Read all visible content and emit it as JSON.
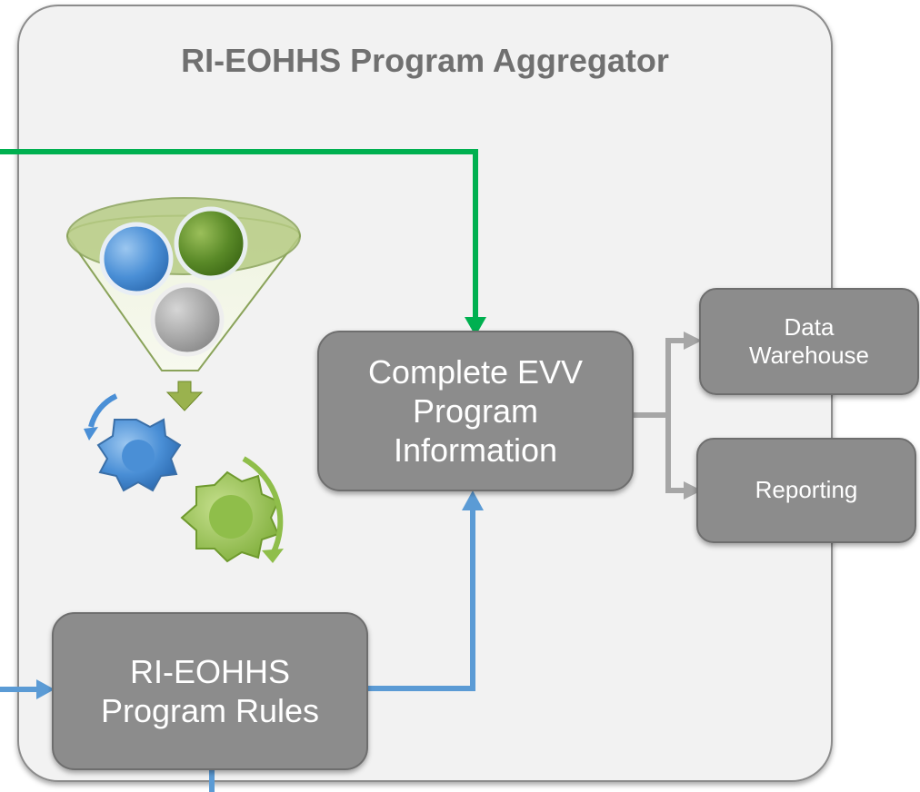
{
  "title": "RI-EOHHS Program Aggregator",
  "boxes": {
    "complete": {
      "line1": "Complete EVV",
      "line2": "Program",
      "line3": "Information"
    },
    "rules": {
      "line1": "RI-EOHHS",
      "line2": "Program Rules"
    },
    "warehouse": {
      "line1": "Data",
      "line2": "Warehouse"
    },
    "reporting": {
      "line1": "Reporting"
    }
  },
  "colors": {
    "green_arrow": "#00b050",
    "blue_arrow": "#5b9bd5",
    "gray_arrow": "#a6a6a6",
    "box_fill": "#8c8c8c",
    "container_fill": "#f2f2f2"
  },
  "icons": [
    "funnel-icon",
    "gears-icon"
  ]
}
